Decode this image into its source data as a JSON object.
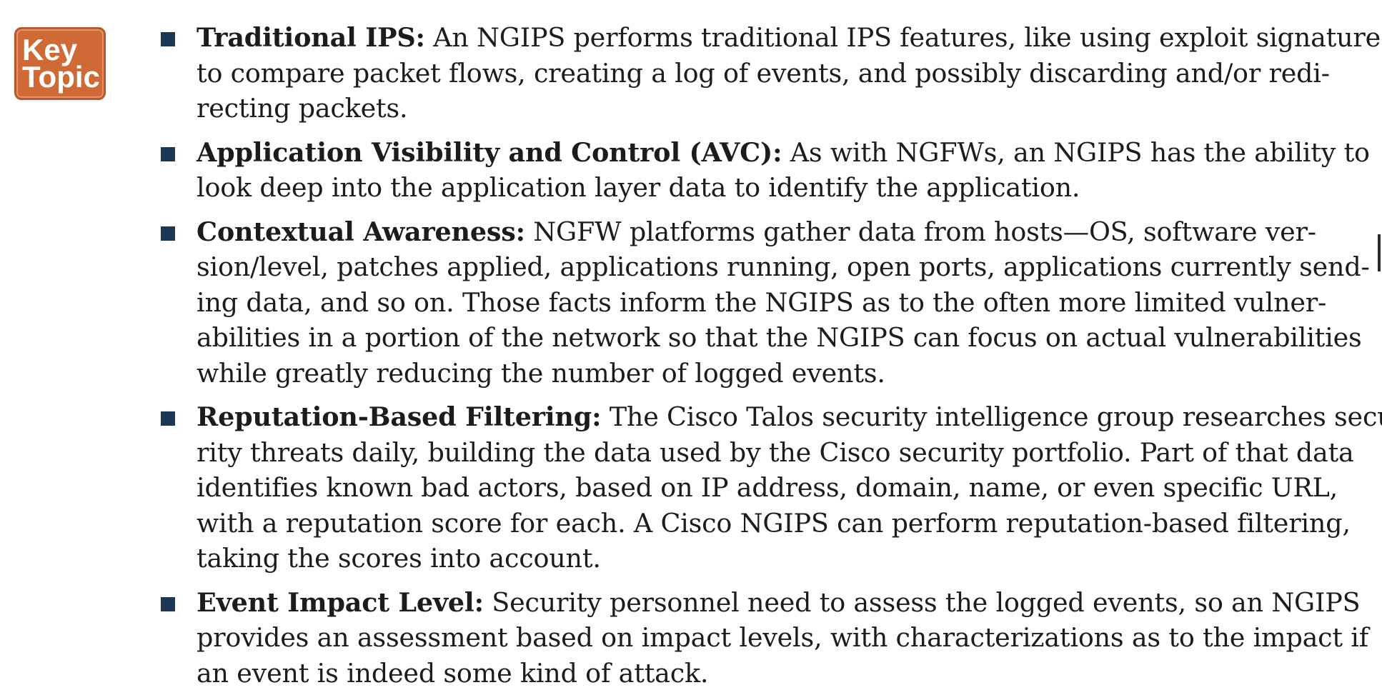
{
  "key_topic": {
    "line1": "Key",
    "line2": "Topic"
  },
  "items": [
    {
      "term": "Traditional IPS:",
      "lines": [
        " An NGIPS performs traditional IPS features, like using exploit signatures",
        "to compare packet flows, creating a log of events, and possibly discarding and/or redi-",
        "recting packets."
      ]
    },
    {
      "term": "Application Visibility and Control (AVC):",
      "lines": [
        " As with NGFWs, an NGIPS has the ability to",
        "look deep into the application layer data to identify the application."
      ]
    },
    {
      "term": "Contextual Awareness:",
      "lines": [
        " NGFW platforms gather data from hosts—OS, software ver-",
        "sion/level, patches applied, applications running, open ports, applications currently send-",
        "ing data, and so on. Those facts inform the NGIPS as to the often more limited vulner-",
        "abilities in a portion of the network so that the NGIPS can focus on actual vulnerabilities",
        "while greatly reducing the number of logged events."
      ]
    },
    {
      "term": "Reputation-Based Filtering:",
      "lines": [
        " The Cisco Talos security intelligence group researches secu-",
        "rity threats daily, building the data used by the Cisco security portfolio. Part of that data",
        "identifies known bad actors, based on IP address, domain, name, or even specific URL,",
        "with a reputation score for each. A Cisco NGIPS can perform reputation-based filtering,",
        "taking the scores into account."
      ]
    },
    {
      "term": "Event Impact Level:",
      "lines": [
        " Security personnel need to assess the logged events, so an NGIPS",
        "provides an assessment based on impact levels, with characterizations as to the impact if",
        "an event is indeed some kind of attack."
      ]
    }
  ]
}
